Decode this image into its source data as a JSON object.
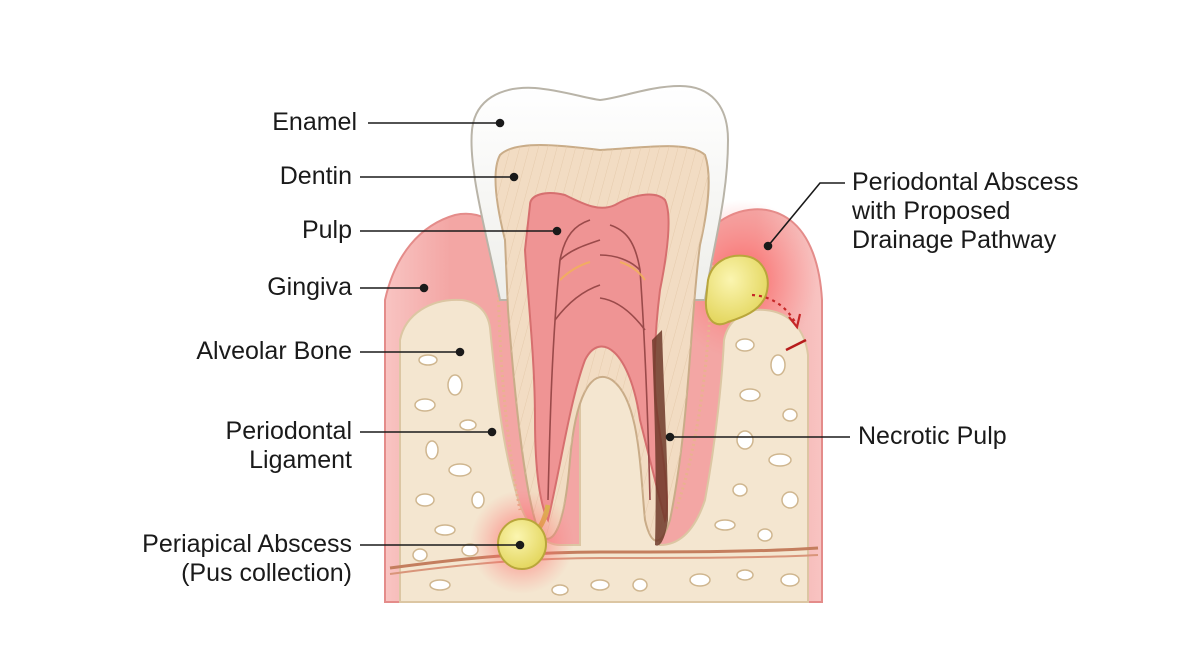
{
  "labels": {
    "enamel": "Enamel",
    "dentin": "Dentin",
    "pulp": "Pulp",
    "gingiva": "Gingiva",
    "alveolar_bone": "Alveolar Bone",
    "periodontal_ligament": [
      "Periodontal",
      "Ligament"
    ],
    "periapical_abscess": [
      "Periapical Abscess",
      "(Pus collection)"
    ],
    "periodontal_abscess": [
      "Periodontal Abscess",
      "with Proposed",
      "Drainage Pathway"
    ],
    "necrotic_pulp": "Necrotic Pulp"
  },
  "colors": {
    "gingiva": "#f2a0a0",
    "bone": "#f3e4cc",
    "enamel": "#f9f9f7",
    "dentin": "#f1d9c0",
    "pulp": "#ee9494",
    "pus": "#ece27a",
    "inflammation": "#ff4a4a",
    "drainage_arrow": "#c62828"
  }
}
